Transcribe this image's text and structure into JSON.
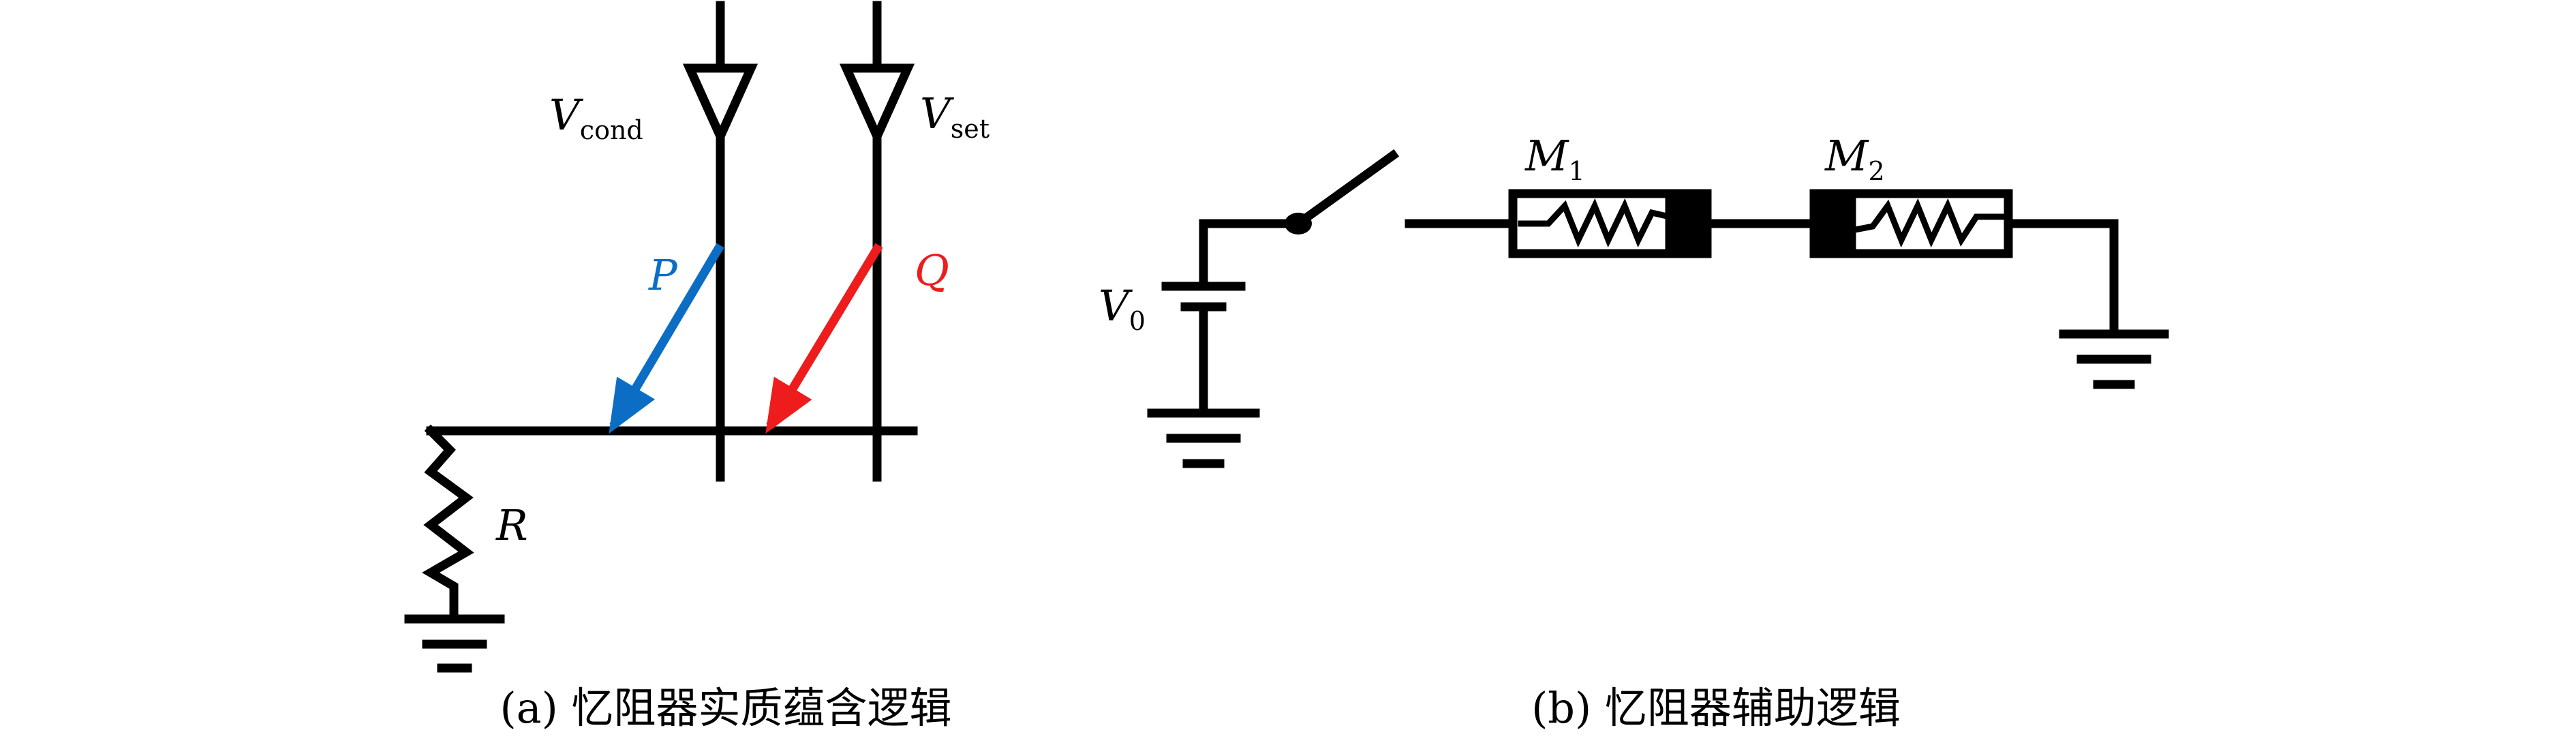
{
  "colors": {
    "line": "#000000",
    "p_arrow": "#0b6ec4",
    "q_arrow": "#ee1c1c"
  },
  "circuit_a": {
    "v_cond": {
      "main": "V",
      "sub": "cond"
    },
    "v_set": {
      "main": "V",
      "sub": "set"
    },
    "p_label": "P",
    "q_label": "Q",
    "r_label": "R",
    "caption": "(a) 忆阻器实质蕴含逻辑"
  },
  "circuit_b": {
    "v0": {
      "main": "V",
      "sub": "0"
    },
    "m1": {
      "main": "M",
      "sub": "1"
    },
    "m2": {
      "main": "M",
      "sub": "2"
    },
    "caption": "(b) 忆阻器辅助逻辑"
  }
}
